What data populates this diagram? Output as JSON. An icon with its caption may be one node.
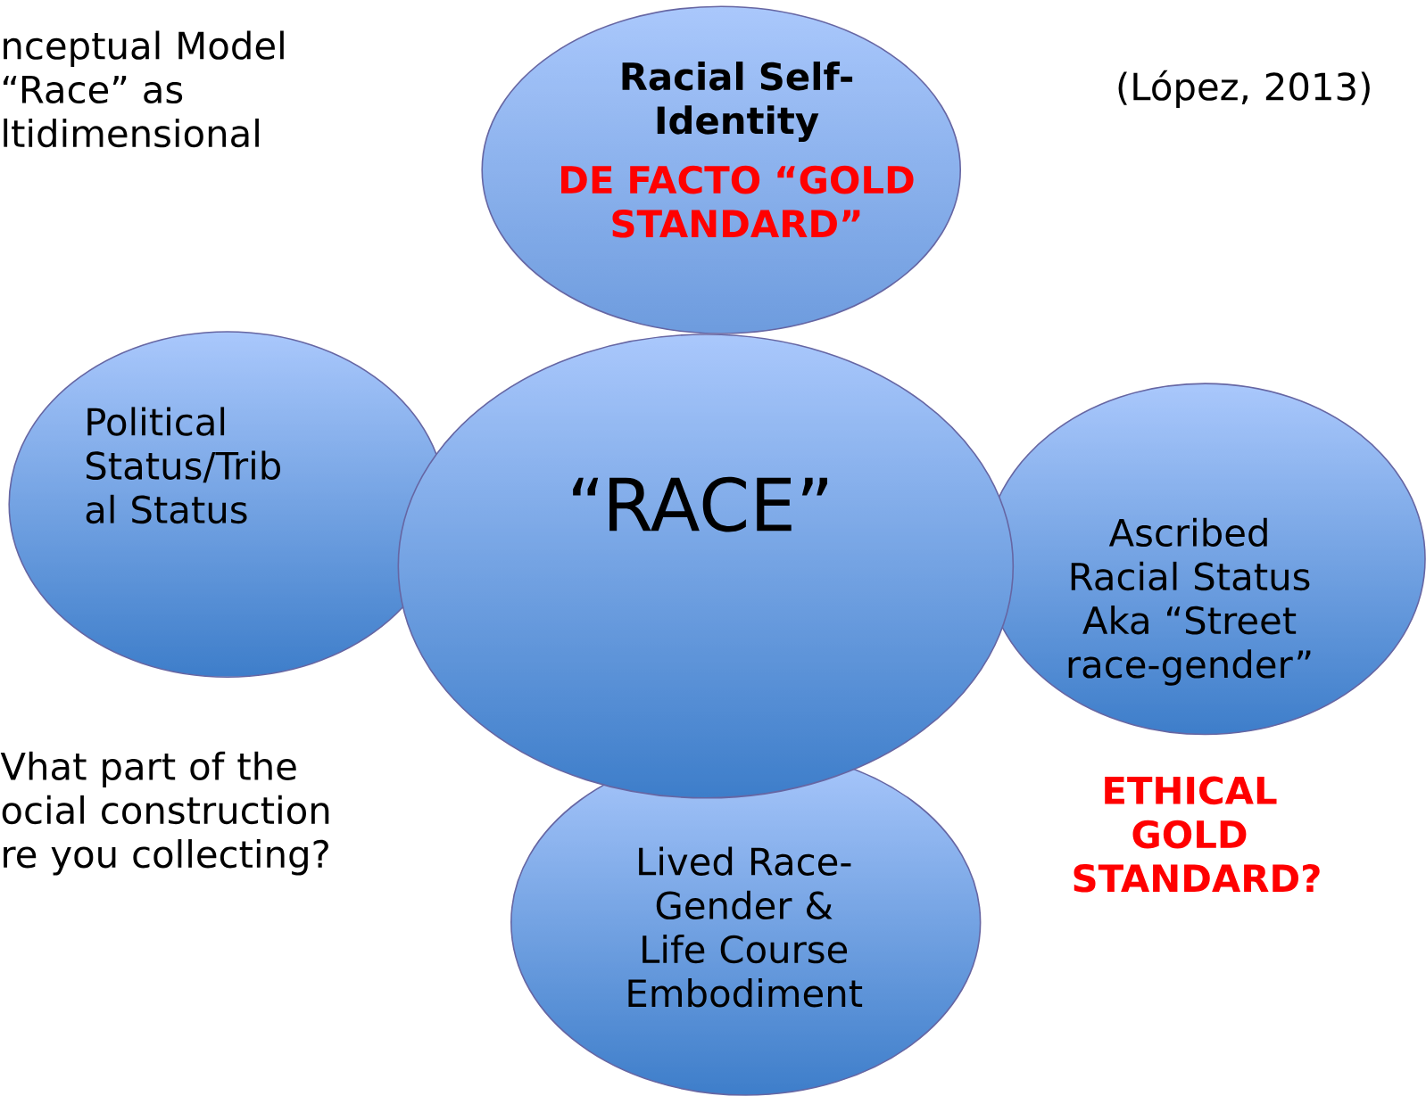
{
  "diagram": {
    "nodes": [
      {
        "text": [
          "Racial Self-Identity",
          "DE FACTO “GOLD STANDARD”"
        ]
      },
      {
        "text": [
          "Political Status/Trib al Status"
        ]
      },
      {
        "text": [
          "“RACE”"
        ]
      },
      {
        "text": [
          "Ascribed Racial Status Aka “Street race-gender”"
        ],
        "beside": [
          "ETHICAL GOLD STANDARD?"
        ]
      },
      {
        "text": [
          "Lived Race-Gender & Life Course Embodiment"
        ]
      }
    ],
    "edges": [],
    "labels": [
      "nceptual Model “Race” as ltidimensional",
      "(López, 2013)",
      "Vhat part of the ocial construction re you collecting?"
    ]
  }
}
